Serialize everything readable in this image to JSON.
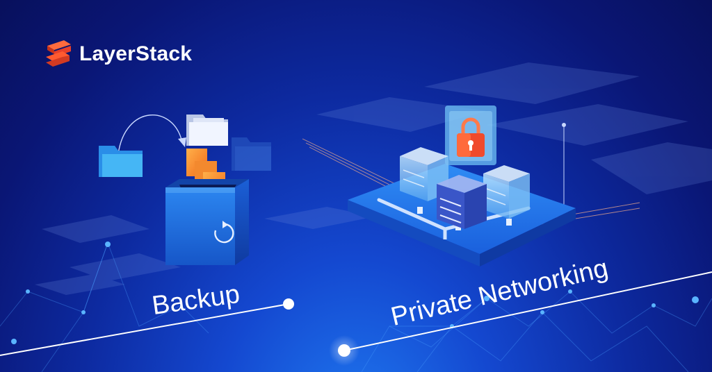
{
  "brand": {
    "name": "LayerStack",
    "accent": "#e8402a"
  },
  "features": {
    "backup": {
      "label": "Backup"
    },
    "private_networking": {
      "label": "Private Networking"
    }
  },
  "icons": {
    "logo": "layerstack-logo-icon",
    "refresh": "refresh-icon",
    "lock": "padlock-icon",
    "folder": "folder-icon",
    "server": "server-stack-icon"
  }
}
